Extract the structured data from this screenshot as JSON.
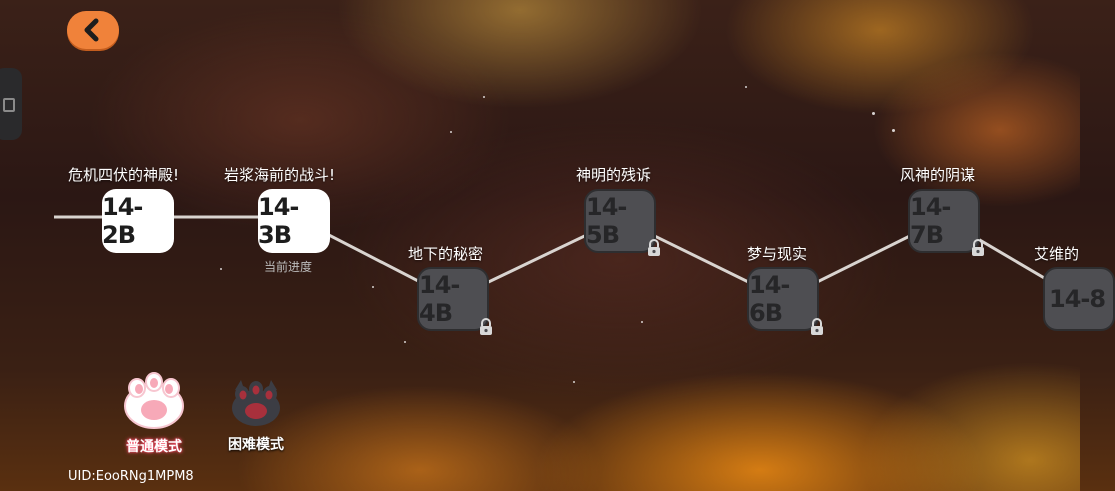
{
  "stages": [
    {
      "id": "14-2B",
      "title": "危机四伏的神殿!",
      "state": "unlocked"
    },
    {
      "id": "14-3B",
      "title": "岩浆海前的战斗!",
      "state": "unlocked",
      "progress_label": "当前进度"
    },
    {
      "id": "14-4B",
      "title": "地下的秘密",
      "state": "locked"
    },
    {
      "id": "14-5B",
      "title": "神明的残诉",
      "state": "locked"
    },
    {
      "id": "14-6B",
      "title": "梦与现实",
      "state": "locked"
    },
    {
      "id": "14-7B",
      "title": "风神的阴谋",
      "state": "locked"
    },
    {
      "id": "14-8",
      "title": "艾维的",
      "state": "locked"
    }
  ],
  "modes": {
    "normal": {
      "label": "普通模式",
      "active": true
    },
    "hard": {
      "label": "困难模式",
      "active": false
    }
  },
  "uid": "UID:EooRNg1MPM8",
  "colors": {
    "back_button": "#f0823a",
    "unlocked_node": "#ffffff",
    "locked_node": "#4e4e52",
    "path": "#d9d4d0",
    "normal_mode_glow": "#ff4a6a"
  },
  "icons": {
    "back": "chevron-left-icon",
    "lock": "lock-icon",
    "paw_normal": "pink-paw-icon",
    "paw_hard": "dark-paw-icon"
  }
}
